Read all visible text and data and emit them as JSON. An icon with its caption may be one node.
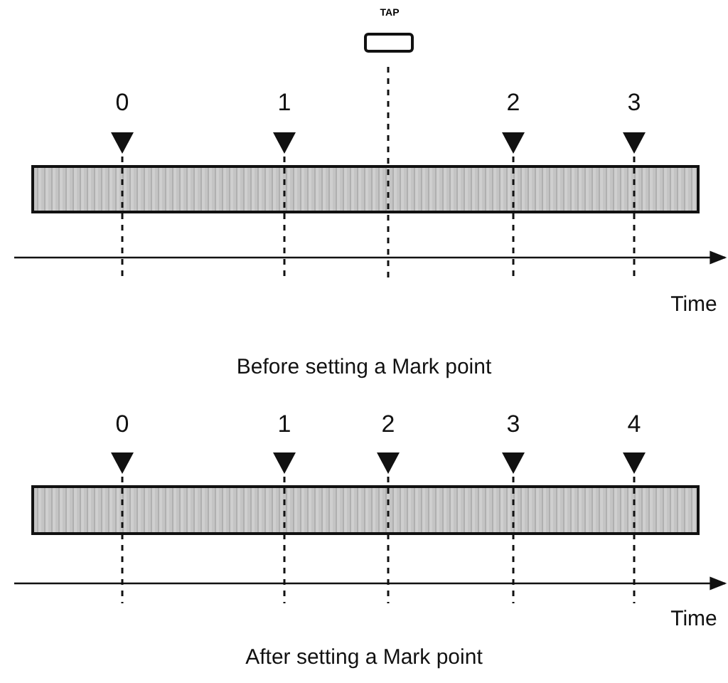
{
  "diagram": {
    "nodes": [
      {
        "text": [
          "TAP"
        ]
      },
      {
        "text": [],
        "shape": "bar"
      },
      {
        "text": [],
        "shape": "bar"
      }
    ],
    "labels": [
      "0",
      "1",
      "2",
      "3",
      "Time",
      "Before setting a Mark point",
      "0",
      "1",
      "2",
      "3",
      "4",
      "Time",
      "After setting a Mark point"
    ]
  }
}
